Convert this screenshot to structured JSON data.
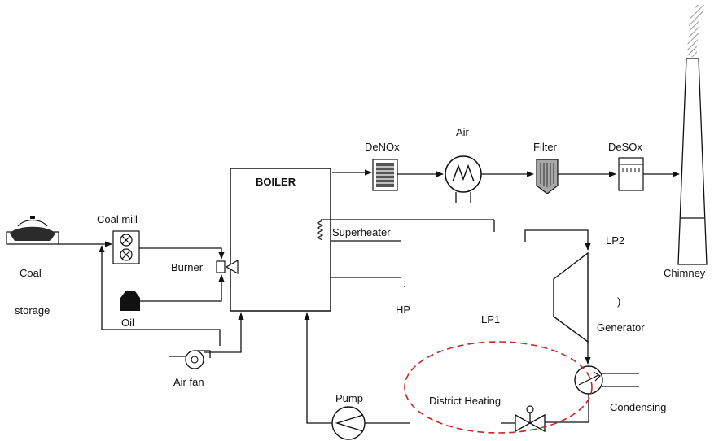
{
  "labels": {
    "boiler": "BOILER",
    "denox": "DeNOx",
    "air_heater": "Air",
    "filter": "Filter",
    "desox": "DeSOx",
    "coal_mill": "Coal mill",
    "coal": "Coal",
    "storage": "storage",
    "burner": "Burner",
    "oil": "Oil",
    "air_fan": "Air fan",
    "superheater": "Superheater",
    "hp": "HP",
    "lp1": "LP1",
    "lp2": "LP2",
    "chimney": "Chimney",
    "generator": "Generator",
    "pump": "Pump",
    "district_heating": "District Heating",
    "condensing": "Condensing",
    "paren": ")"
  },
  "colors": {
    "line": "#111111",
    "district_heating_highlight": "#c62828",
    "filter_fill": "#a7a7a7",
    "smoke": "#9a9a9a",
    "coal_pile": "#2b2b2b"
  }
}
